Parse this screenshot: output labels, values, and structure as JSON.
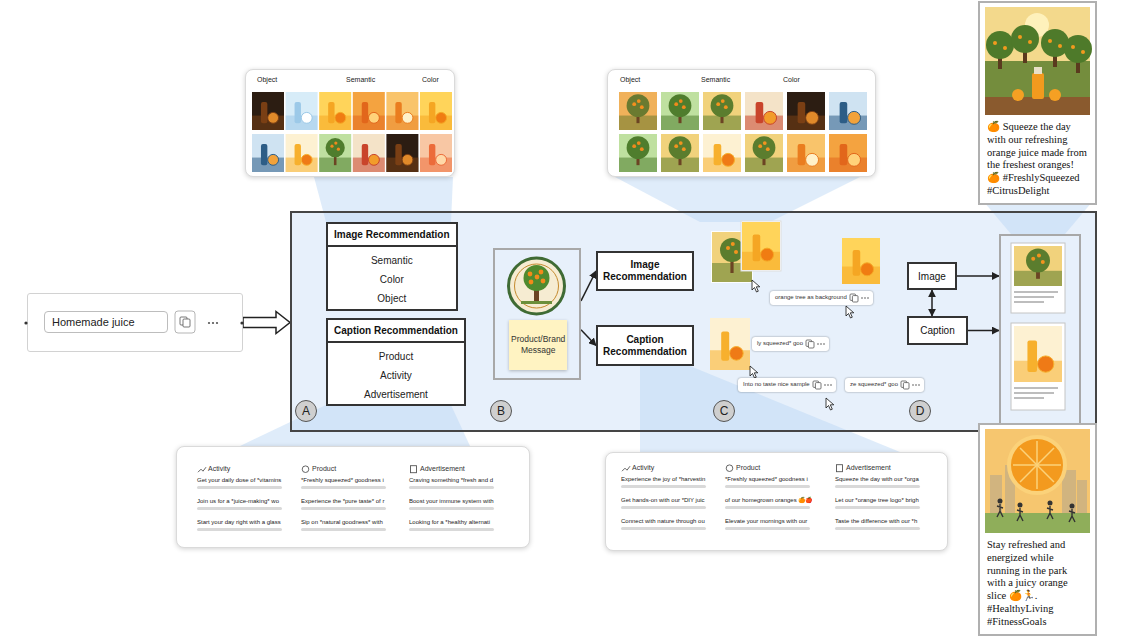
{
  "diagram": {
    "nodes": [
      {
        "text": [
          "Homemade juice"
        ]
      },
      {
        "text": []
      },
      {
        "text": [
          "A"
        ],
        "in": 1
      },
      {
        "text": [
          "Image Recommendation",
          "Semantic",
          "Color",
          "Object"
        ],
        "in": 1
      },
      {
        "text": [
          "Caption Recommendation",
          "Product",
          "Activity",
          "Advertisement"
        ],
        "in": 1
      },
      {
        "text": [
          "B"
        ],
        "in": 1
      },
      {
        "text": [],
        "in": 1
      },
      {
        "text": [
          "Product/Brand Message"
        ],
        "in": 6
      },
      {
        "text": [
          "Image Recommendation"
        ],
        "in": 1
      },
      {
        "text": [
          "Caption Recommendation"
        ],
        "in": 1
      },
      {
        "text": [
          "C"
        ],
        "in": 1
      },
      {
        "text": [
          "orange tree as background"
        ],
        "in": 1
      },
      {
        "text": [
          "ly squeezed* goo"
        ],
        "in": 1
      },
      {
        "text": [
          "Into no taste nice sample"
        ],
        "in": 1
      },
      {
        "text": [
          "ze squeezed* goo"
        ],
        "in": 1
      },
      {
        "text": [
          "D"
        ],
        "in": 1
      },
      {
        "text": [
          "Image"
        ],
        "in": 1
      },
      {
        "text": [
          "Caption"
        ],
        "in": 1
      },
      {
        "text": [],
        "in": 1
      },
      {
        "text": [
          "Object",
          "Semantic",
          "Color"
        ]
      },
      {
        "text": [
          "Object",
          "Semantic",
          "Color"
        ]
      },
      {
        "text": [
          "Activity",
          "Product",
          "Advertisement",
          "Get your daily dose of *vitamins",
          "*Freshly squeezed* goodness i",
          "Craving something *fresh and d",
          "Join us for a *juice-making* wo",
          "Experience the *pure taste* of r",
          "Boost your immune system with",
          "Start your day right with a glass",
          "Sip on *natural goodness* with",
          "Looking for a *healthy alternati"
        ]
      },
      {
        "text": [
          "Activity",
          "Product",
          "Advertisement",
          "Experience the joy of *harvestin",
          "*Freshly squeezed* goodness i",
          "Squeeze the day with our *orga",
          "Get hands-on with our *DIY juic",
          "of our homegrown oranges 🍊🍎",
          "Let our *orange tree logo* brigh",
          "Connect with nature through ou",
          "Elevate your mornings with our",
          "Taste the difference with our *h"
        ]
      },
      {
        "text": [
          "🍊 Squeeze the day with our refreshing orange juice made from the freshest oranges! 🍊 #FreshlySqueezed #CitrusDelight"
        ]
      },
      {
        "text": [
          "Stay refreshed and energized while running in the park with a juicy orange slice 🍊🏃. #HealthyLiving #FitnessGoals"
        ]
      }
    ],
    "edges": [
      {
        "from": 0,
        "to": 1,
        "arrow": "to"
      },
      {
        "from": 6,
        "to": 8,
        "arrow": "to"
      },
      {
        "from": 6,
        "to": 9,
        "arrow": "to"
      },
      {
        "from": 16,
        "to": 17,
        "arrow": "both"
      },
      {
        "from": 16,
        "to": 18,
        "arrow": "to"
      },
      {
        "from": 17,
        "to": 18,
        "arrow": "to"
      }
    ]
  }
}
